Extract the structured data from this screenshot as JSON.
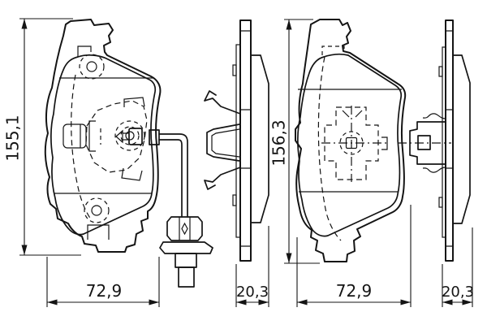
{
  "figure": {
    "type": "technical-drawing",
    "subject": "brake-pad-set-front-and-side-views",
    "background": "#ffffff",
    "line_color": "#141414",
    "dimensions": {
      "left_pad_height": "155,1",
      "left_pad_width": "72,9",
      "left_pad_thickness": "20,3",
      "right_pad_height": "156,3",
      "right_pad_width": "72,9",
      "right_pad_thickness": "20,3"
    }
  }
}
